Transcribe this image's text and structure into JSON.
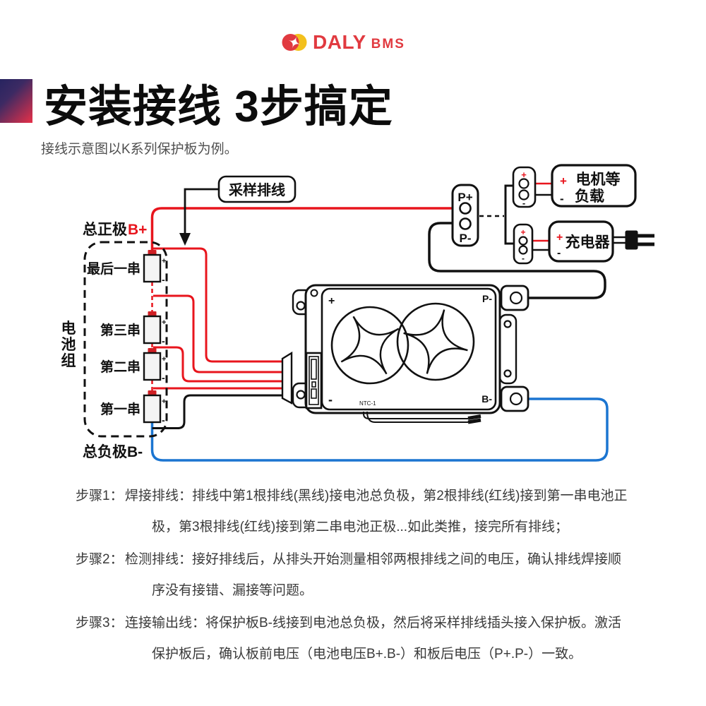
{
  "logo": {
    "brand": "DALY",
    "suffix": "BMS"
  },
  "header": {
    "title": "安装接线 3步搞定",
    "subtitle": "接线示意图以K系列保护板为例。"
  },
  "diagram": {
    "sampling_label": "采样排线",
    "b_plus_prefix": "总正极",
    "b_plus": "B+",
    "b_minus_label": "总负极B-",
    "pack_chars": [
      "电",
      "池",
      "组"
    ],
    "cells": [
      "最后一串",
      "第三串",
      "第二串",
      "第一串"
    ],
    "marks": {
      "plus": "+",
      "minus": "-"
    },
    "output_connector": {
      "p_plus": "P+",
      "p_minus": "P-"
    },
    "load_box": {
      "line1": "电机等",
      "line2": "负载"
    },
    "charger_box": {
      "label": "充电器"
    },
    "board": {
      "plus": "+",
      "minus": "-",
      "p_minus": "P-",
      "b_minus": "B-",
      "ntc": "NTC-1"
    }
  },
  "steps": [
    {
      "label": "步骤1：",
      "lines": [
        "焊接排线：排线中第1根排线(黑线)接电池总负极，第2根排线(红线)接到第一串电池正",
        "极，第3根排线(红线)接到第二串电池正极...如此类推，接完所有排线；"
      ]
    },
    {
      "label": "步骤2：",
      "lines": [
        "检测排线：接好排线后，从排头开始测量相邻两根排线之间的电压，确认排线焊接顺",
        "序没有接错、漏接等问题。"
      ]
    },
    {
      "label": "步骤3：",
      "lines": [
        "连接输出线：将保护板B-线接到电池总负极，然后将采样排线插头接入保护板。激活",
        "保护板后，确认板前电压（电池电压B+.B-）和板后电压（P+.P-）一致。"
      ]
    }
  ],
  "colors": {
    "wire_red": "#e8151d",
    "wire_blue": "#1b75d1",
    "line_black": "#111111",
    "brand_red": "#e13a40",
    "brand_yellow": "#f3c01c",
    "gradient_start": "#272460",
    "gradient_end": "#e73048"
  }
}
